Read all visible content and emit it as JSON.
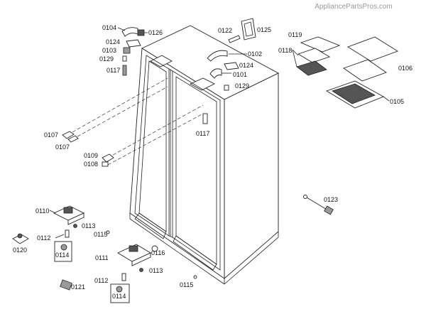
{
  "watermark": "AppliancePartsPros.com",
  "labels": {
    "p0104": "0104",
    "p0126": "0126",
    "p0124a": "0124",
    "p0103": "0103",
    "p0129a": "0129",
    "p0117a": "0117",
    "p0122": "0122",
    "p0125": "0125",
    "p0102": "0102",
    "p0124b": "0124",
    "p0101": "0101",
    "p0129b": "0129",
    "p0119": "0119",
    "p0118": "0118",
    "p0106": "0106",
    "p0105": "0105",
    "p0117b": "0117",
    "p0107a": "0107",
    "p0107b": "0107",
    "p0109": "0109",
    "p0108": "0108",
    "p0123": "0123",
    "p0110": "0110",
    "p0113a": "0113",
    "p0115a": "0115",
    "p0112a": "0112",
    "p0120": "0120",
    "p0114a": "0114",
    "p0116": "0116",
    "p0111": "0111",
    "p0113b": "0113",
    "p0121": "0121",
    "p0112b": "0112",
    "p0114b": "0114",
    "p0115b": "0115"
  }
}
